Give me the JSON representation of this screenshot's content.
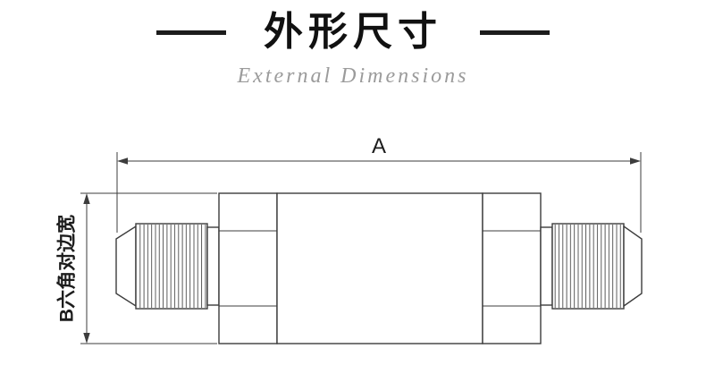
{
  "header": {
    "title": "外形尺寸",
    "subtitle": "External Dimensions"
  },
  "diagram": {
    "dim_a_label": "A",
    "dim_b_label": "B六角对边宽"
  },
  "colors": {
    "line": "#3c3c3c",
    "title": "#111111",
    "subtitle": "#9b9b9b",
    "background": "#ffffff"
  }
}
